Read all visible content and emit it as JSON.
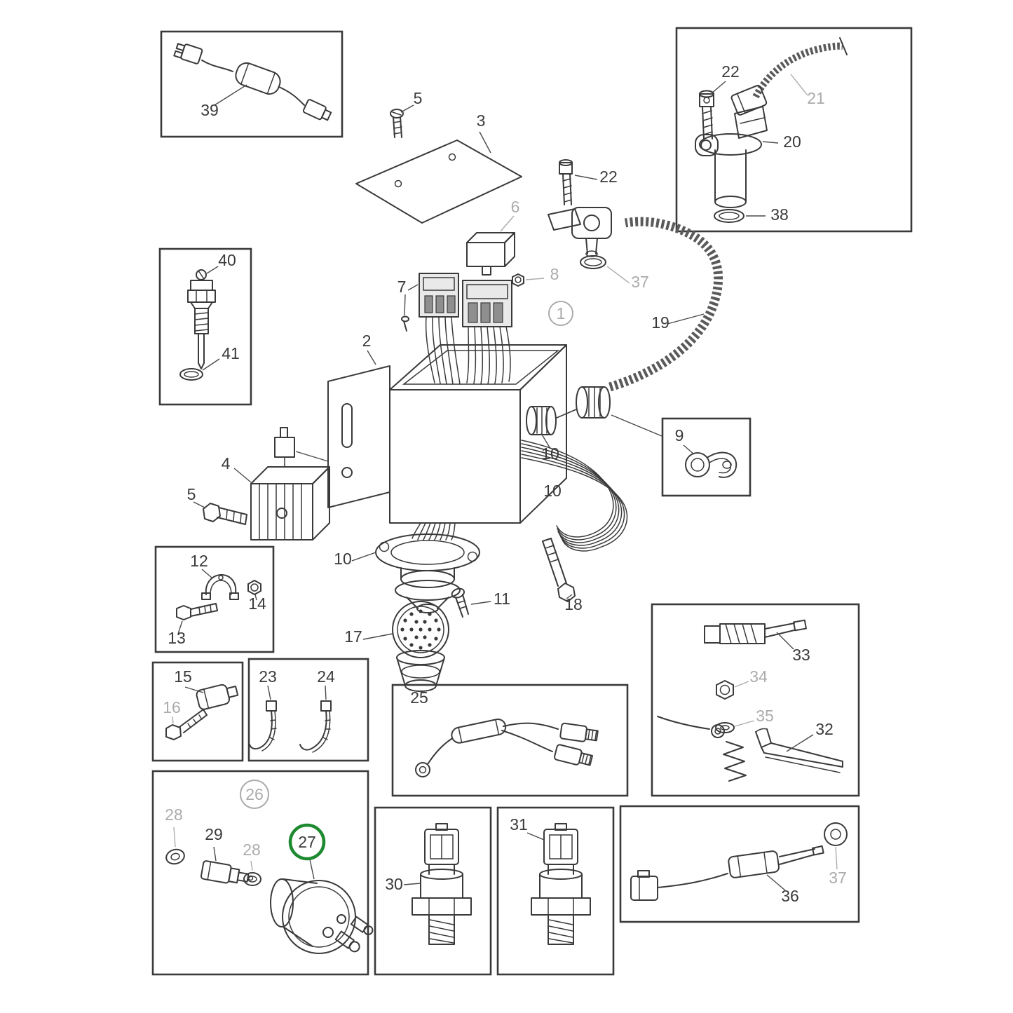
{
  "figure": {
    "type": "exploded-parts-diagram",
    "background": "#ffffff",
    "colors": {
      "line": "#3a3a3a",
      "muted": "#ababab",
      "highlight": "#1e8a2f"
    },
    "highlight": {
      "part": "27"
    }
  },
  "labels": {
    "l1": "1",
    "l2": "2",
    "l3": "3",
    "l4": "4",
    "l5a": "5",
    "l5b": "5",
    "l6": "6",
    "l7": "7",
    "l8": "8",
    "l9": "9",
    "l10a": "10",
    "l10b": "10",
    "l10c": "10",
    "l11": "11",
    "l12": "12",
    "l13": "13",
    "l14": "14",
    "l15": "15",
    "l16": "16",
    "l17": "17",
    "l18": "18",
    "l19": "19",
    "l20": "20",
    "l21": "21",
    "l22a": "22",
    "l22b": "22",
    "l23": "23",
    "l24": "24",
    "l25": "25",
    "l26": "26",
    "l27": "27",
    "l28a": "28",
    "l28b": "28",
    "l29": "29",
    "l30": "30",
    "l31": "31",
    "l32": "32",
    "l33": "33",
    "l34": "34",
    "l35": "35",
    "l36": "36",
    "l37a": "37",
    "l37b": "37",
    "l38": "38",
    "l39": "39",
    "l40": "40",
    "l41": "41"
  }
}
